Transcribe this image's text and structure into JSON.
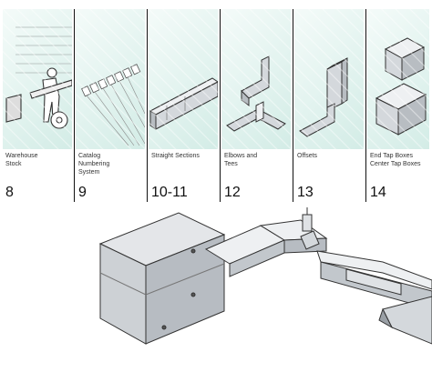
{
  "sections": [
    {
      "caption": "Warehouse\nStock",
      "page": "8",
      "icon": "warehouse-worker-icon"
    },
    {
      "caption": "Catalog\nNumbering\nSystem",
      "page": "9",
      "icon": "catalog-tags-icon"
    },
    {
      "caption": "Straight Sections",
      "page": "10-11",
      "icon": "straight-section-icon"
    },
    {
      "caption": "Elbows and\nTees",
      "page": "12",
      "icon": "elbow-tee-icon"
    },
    {
      "caption": "Offsets",
      "page": "13",
      "icon": "offset-icon"
    },
    {
      "caption": "End Tap Boxes\nCenter Tap Boxes",
      "page": "14",
      "icon": "tap-box-icon"
    }
  ],
  "colors": {
    "tile_background": "#e2f3ef",
    "divider": "#111111",
    "metal": "#c9ccd1"
  }
}
